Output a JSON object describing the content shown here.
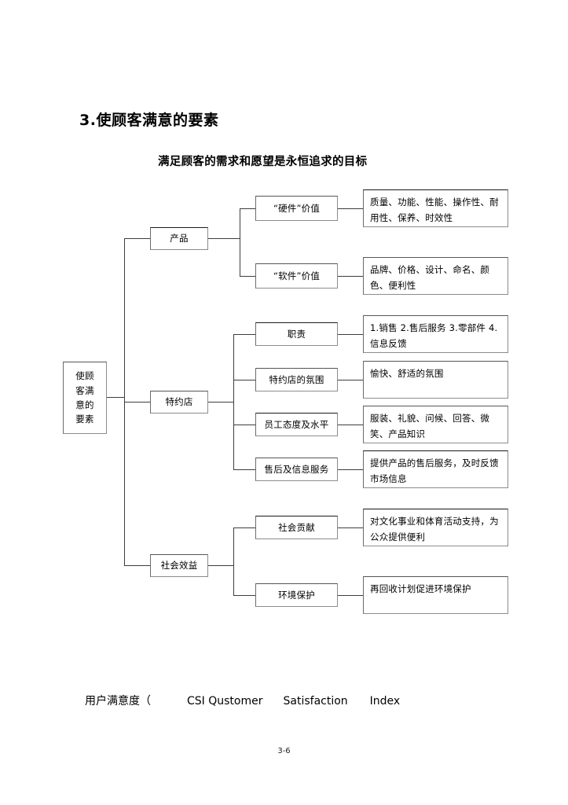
{
  "document": {
    "heading": "3.使顾客满意的要素",
    "subtitle": "满足顾客的需求和愿望是永恒追求的目标",
    "page_number": "3-6",
    "footer": {
      "chinese": "用户满意度（",
      "abbrev": "CSI Qustomer",
      "word2": "Satisfaction",
      "word3": "Index"
    }
  },
  "diagram": {
    "type": "tree",
    "root": {
      "label_lines": [
        "使顾",
        "客满",
        "意的",
        "要素"
      ],
      "label": "使顾客满意的要素"
    },
    "branches": [
      {
        "label": "产品",
        "children": [
          {
            "label": "“硬件”价值",
            "detail": "质量、功能、性能、操作性、耐用性、保养、时效性"
          },
          {
            "label": "“软件”价值",
            "detail": "品牌、价格、设计、命名、颜色、便利性"
          }
        ]
      },
      {
        "label": "特约店",
        "children": [
          {
            "label": "职责",
            "detail": "1.销售    2.售后服务     3.零部件    4.信息反馈"
          },
          {
            "label": "特约店的氛围",
            "detail": "愉快、舒适的氛围"
          },
          {
            "label": "员工态度及水平",
            "detail": "服装、礼貌、问候、回答、微笑、产品知识"
          },
          {
            "label": "售后及信息服务",
            "detail": "提供产品的售后服务，及时反馈市场信息"
          }
        ]
      },
      {
        "label": "社会效益",
        "children": [
          {
            "label": "社会贡献",
            "detail": "对文化事业和体育活动支持，为公众提供便利"
          },
          {
            "label": "环境保护",
            "detail": "再回收计划促进环境保护"
          }
        ]
      }
    ]
  },
  "colors": {
    "background": "#ffffff",
    "text": "#000000",
    "line": "#3d3d3d",
    "box_border_dark": "#1a1a1a",
    "box_border_gray": "#8c8c8c"
  }
}
